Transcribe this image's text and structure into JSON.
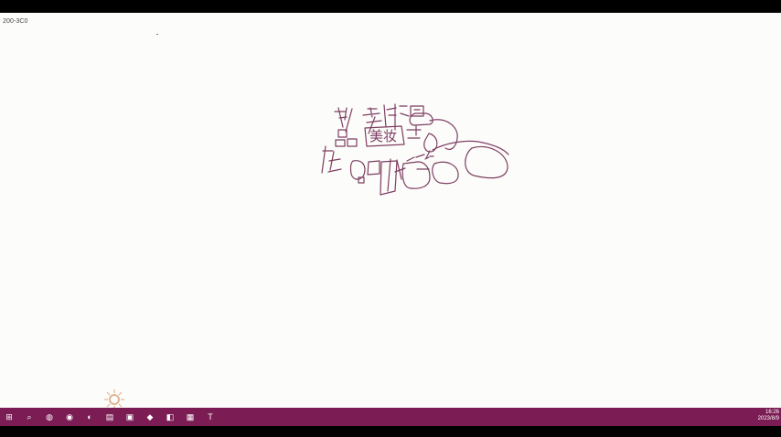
{
  "canvas": {
    "corner_label": "200-3C0",
    "sketch_text": "美妆"
  },
  "taskbar": {
    "pinned_apps": [
      {
        "name": "start-menu-icon",
        "glyph": "⊞"
      },
      {
        "name": "search-icon",
        "glyph": "⌕"
      },
      {
        "name": "media-app-icon",
        "glyph": "◍"
      },
      {
        "name": "circle-app-icon",
        "glyph": "◉"
      },
      {
        "name": "tool-app-icon",
        "glyph": "◐"
      },
      {
        "name": "document-app-icon",
        "glyph": "▤"
      },
      {
        "name": "edit-app-icon",
        "glyph": "▣"
      },
      {
        "name": "browser-app-icon",
        "glyph": "◆"
      },
      {
        "name": "photo-app-icon",
        "glyph": "◧"
      },
      {
        "name": "grid-app-icon",
        "glyph": "▦"
      },
      {
        "name": "text-app-icon",
        "glyph": "T"
      }
    ],
    "clock_time": "16:26",
    "clock_date": "2023/8/9"
  },
  "colors": {
    "taskbar": "#7b1d54",
    "sketch_ink": "#7e3e62"
  }
}
